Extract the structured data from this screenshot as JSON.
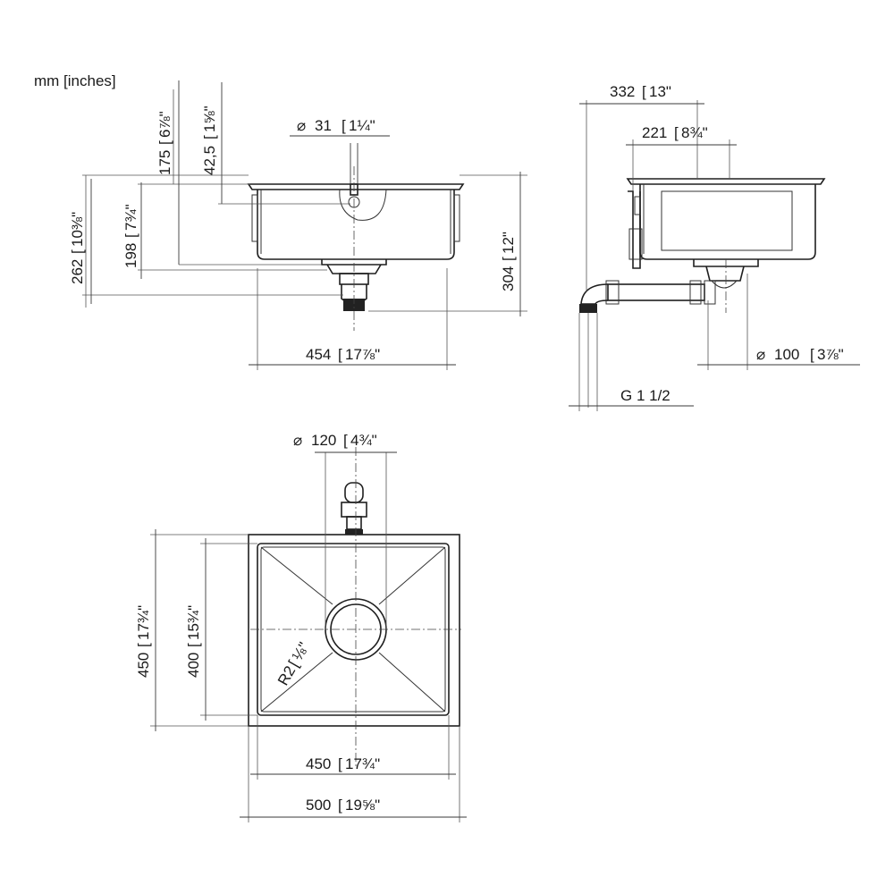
{
  "units_label": "mm [inches]",
  "dimensions": {
    "faucet_hole": {
      "mm": "31",
      "in": "1¼\""
    },
    "height_175": {
      "mm": "175",
      "in": "6⅞\""
    },
    "height_42_5": {
      "mm": "42,5",
      "in": "1⅝\""
    },
    "height_262": {
      "mm": "262",
      "in": "10⅜\""
    },
    "height_198": {
      "mm": "198",
      "in": "7¾\""
    },
    "height_304": {
      "mm": "304",
      "in": "12\""
    },
    "width_454": {
      "mm": "454",
      "in": "17⅞\""
    },
    "depth_332": {
      "mm": "332",
      "in": "13\""
    },
    "depth_221": {
      "mm": "221",
      "in": "8¾\""
    },
    "drain_100": {
      "mm": "100",
      "in": "3⅞\""
    },
    "thread": {
      "text": "G 1 1/2"
    },
    "drain_120": {
      "mm": "120",
      "in": "4¾\""
    },
    "outer_450": {
      "mm": "450",
      "in": "17¾\""
    },
    "inner_400": {
      "mm": "400",
      "in": "15¾\""
    },
    "radius": {
      "mm": "R2",
      "in": "⅛\""
    },
    "inner_width_450": {
      "mm": "450",
      "in": "17¾\""
    },
    "outer_500": {
      "mm": "500",
      "in": "19⅝\""
    }
  }
}
